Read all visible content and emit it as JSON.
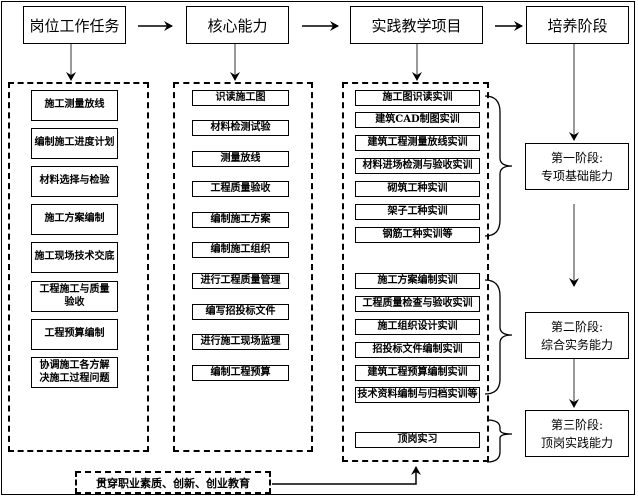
{
  "headers": [
    "岗位工作任务",
    "核心能力",
    "实践教学项目",
    "培养阶段"
  ],
  "job_tasks": [
    "施工测量放线",
    "编制施工进度计划",
    "材料选择与检验",
    "施工方案编制",
    "施工现场技术交底",
    "工程施工与质量验收",
    "工程预算编制",
    "协调施工各方解决施工过程问题"
  ],
  "core_abilities": [
    "识读施工图",
    "材料检测试验",
    "测量放线",
    "工程质量验收",
    "编制施工方案",
    "编制施工组织",
    "进行工程质量管理",
    "编写招投标文件",
    "进行施工现场监理",
    "编制工程预算"
  ],
  "practice_projects": {
    "group1": [
      "施工图识读实训",
      "建筑CAD制图实训",
      "建筑工程测量放线实训",
      "材料进场检测与验收实训",
      "砌筑工种实训",
      "架子工种实训",
      "钢筋工种实训等"
    ],
    "group2": [
      "施工方案编制实训",
      "工程质量检查与验收实训",
      "施工组织设计实训",
      "招投标文件编制实训",
      "建筑工程预算编制实训",
      "技术资料编制与归档实训等"
    ],
    "group3": [
      "顶岗实习"
    ]
  },
  "stages": [
    {
      "title": "第一阶段:",
      "subtitle": "专项基础能力"
    },
    {
      "title": "第二阶段:",
      "subtitle": "综合实务能力"
    },
    {
      "title": "第三阶段:",
      "subtitle": "顶岗实践能力"
    }
  ],
  "bottom_note": "贯穿职业素质、创新、创业教育"
}
